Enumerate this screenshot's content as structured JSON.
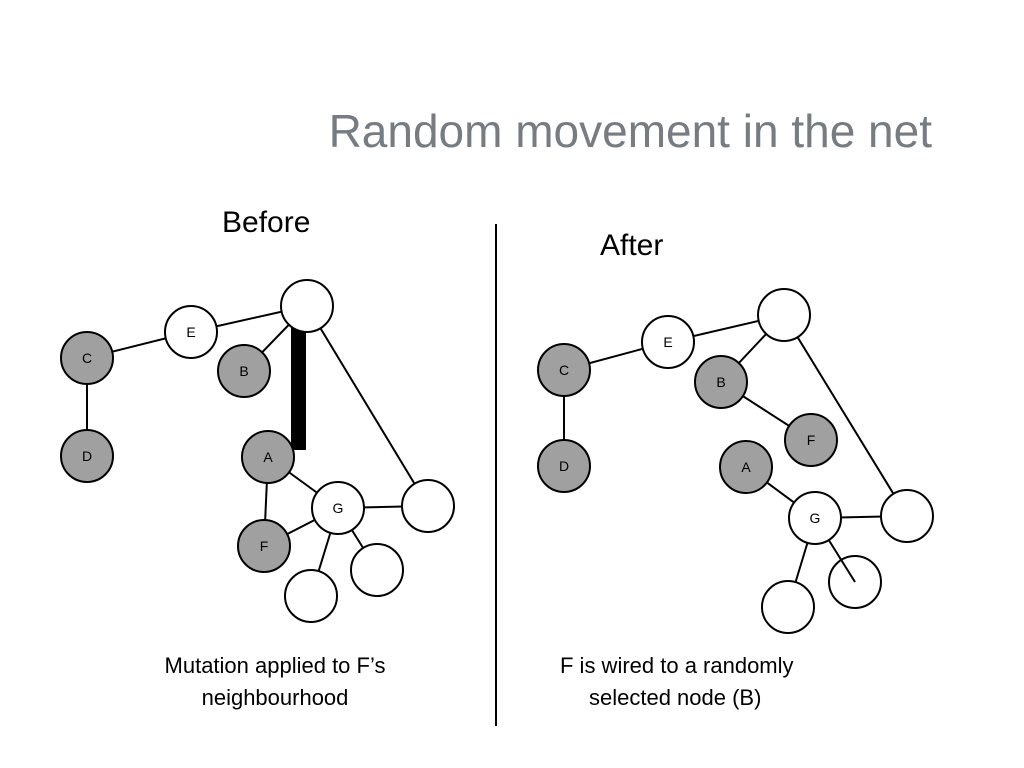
{
  "title": "Random movement in the net",
  "before": {
    "label": "Before",
    "caption_line1": "Mutation applied to F’s",
    "caption_line2": "neighbourhood"
  },
  "after": {
    "label": "After",
    "caption_line1": "F is wired to a randomly",
    "caption_line2": "selected node (B)"
  },
  "colors": {
    "highlighted_node": "#a0a0a0",
    "plain_node": "#ffffff",
    "title": "#757c82"
  }
}
